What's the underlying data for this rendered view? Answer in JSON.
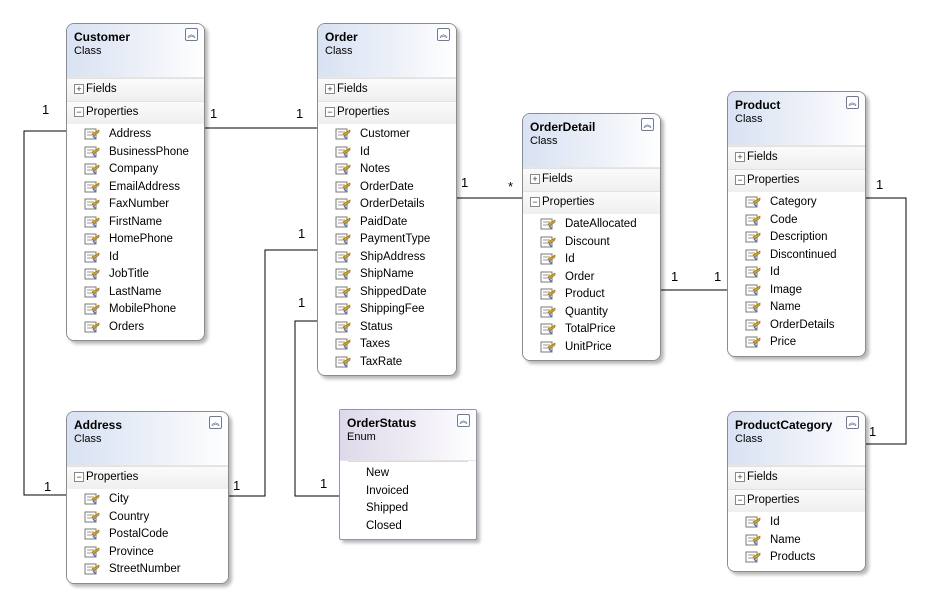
{
  "toggle_symbols": {
    "expanded": "−",
    "collapsed": "+",
    "collapse_header": "︽"
  },
  "shapes": {
    "customer": {
      "title": "Customer",
      "kind": "Class",
      "fields_label": "Fields",
      "properties_label": "Properties",
      "properties": [
        "Address",
        "BusinessPhone",
        "Company",
        "EmailAddress",
        "FaxNumber",
        "FirstName",
        "HomePhone",
        "Id",
        "JobTitle",
        "LastName",
        "MobilePhone",
        "Orders"
      ]
    },
    "order": {
      "title": "Order",
      "kind": "Class",
      "fields_label": "Fields",
      "properties_label": "Properties",
      "properties": [
        "Customer",
        "Id",
        "Notes",
        "OrderDate",
        "OrderDetails",
        "PaidDate",
        "PaymentType",
        "ShipAddress",
        "ShipName",
        "ShippedDate",
        "ShippingFee",
        "Status",
        "Taxes",
        "TaxRate"
      ]
    },
    "orderdetail": {
      "title": "OrderDetail",
      "kind": "Class",
      "fields_label": "Fields",
      "properties_label": "Properties",
      "properties": [
        "DateAllocated",
        "Discount",
        "Id",
        "Order",
        "Product",
        "Quantity",
        "TotalPrice",
        "UnitPrice"
      ]
    },
    "product": {
      "title": "Product",
      "kind": "Class",
      "fields_label": "Fields",
      "properties_label": "Properties",
      "properties": [
        "Category",
        "Code",
        "Description",
        "Discontinued",
        "Id",
        "Image",
        "Name",
        "OrderDetails",
        "Price"
      ]
    },
    "address": {
      "title": "Address",
      "kind": "Class",
      "properties_label": "Properties",
      "properties": [
        "City",
        "Country",
        "PostalCode",
        "Province",
        "StreetNumber"
      ]
    },
    "orderstatus": {
      "title": "OrderStatus",
      "kind": "Enum",
      "values": [
        "New",
        "Invoiced",
        "Shipped",
        "Closed"
      ]
    },
    "productcategory": {
      "title": "ProductCategory",
      "kind": "Class",
      "fields_label": "Fields",
      "properties_label": "Properties",
      "properties": [
        "Id",
        "Name",
        "Products"
      ]
    }
  },
  "multiplicities": {
    "customer_address_customer": "1",
    "customer_address_address": "1",
    "customer_order_customer": "1",
    "customer_order_order": "1",
    "order_address_order": "1",
    "order_address_address": "1",
    "order_status_order": "1",
    "order_status_enum": "1",
    "order_detail_order": "1",
    "order_detail_detail": "*",
    "detail_product_detail": "1",
    "detail_product_product": "1",
    "product_category_product": "1",
    "product_category_category": "1"
  }
}
